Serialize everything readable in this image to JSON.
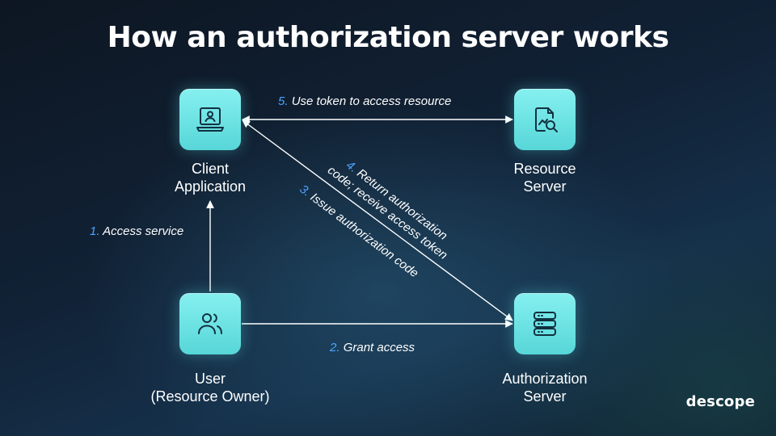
{
  "title": "How an authorization server works",
  "nodes": {
    "client": {
      "line1": "Client",
      "line2": "Application",
      "icon": "laptop-user-icon"
    },
    "resource": {
      "line1": "Resource",
      "line2": "Server",
      "icon": "document-search-icon"
    },
    "user": {
      "line1": "User",
      "line2": "(Resource Owner)",
      "icon": "users-icon"
    },
    "auth": {
      "line1": "Authorization",
      "line2": "Server",
      "icon": "server-stack-icon"
    }
  },
  "steps": [
    {
      "num": "1.",
      "text": "Access service"
    },
    {
      "num": "2.",
      "text": "Grant access"
    },
    {
      "num": "3.",
      "text": "Issue authorization code"
    },
    {
      "num": "4.",
      "line1": "Return authorization",
      "line2": "code; receive access token"
    },
    {
      "num": "5.",
      "text": "Use token to access resource"
    }
  ],
  "brand": "descope",
  "colors": {
    "node": "#6ee3e4",
    "step_number": "#4aa3ff",
    "arrow": "#ffffff"
  }
}
